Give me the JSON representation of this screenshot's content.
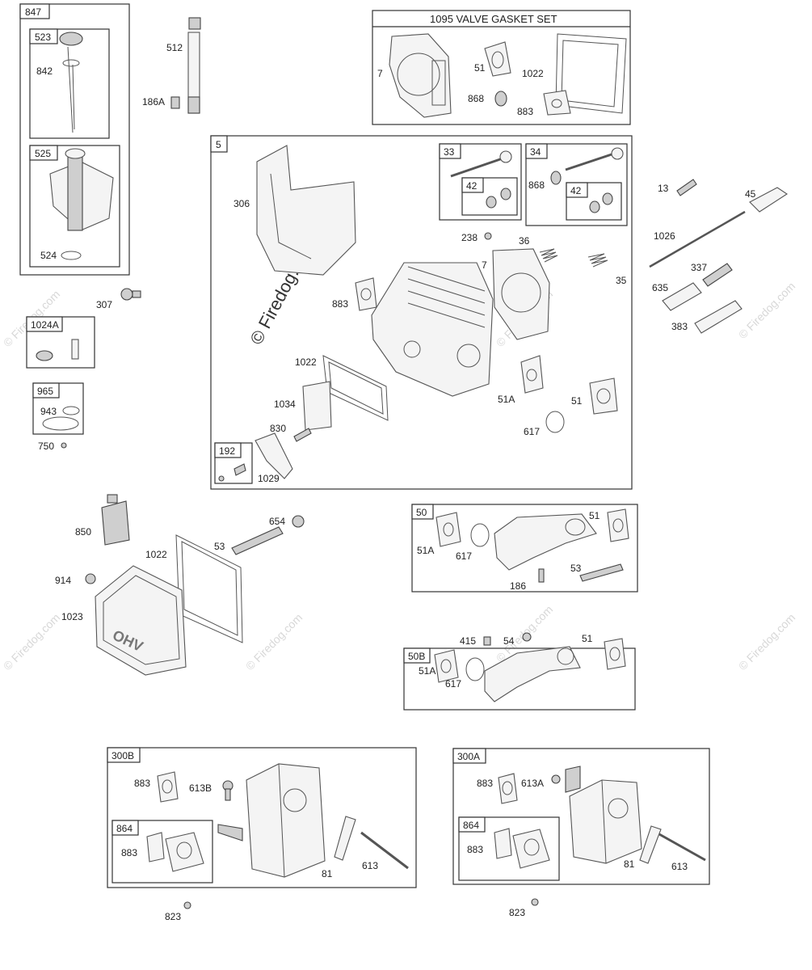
{
  "watermark": "© Firedog.com",
  "callouts": {
    "c847": "847",
    "c523": "523",
    "c842": "842",
    "c525": "525",
    "c524": "524",
    "c512": "512",
    "c186A": "186A",
    "c1095": "1095 VALVE GASKET SET",
    "c7a": "7",
    "c51a": "51",
    "c1022a": "1022",
    "c868a": "868",
    "c883a": "883",
    "c5": "5",
    "c306": "306",
    "c33": "33",
    "c42a": "42",
    "c34": "34",
    "c868b": "868",
    "c42b": "42",
    "c238": "238",
    "c36": "36",
    "c7b": "7",
    "c35": "35",
    "c883b": "883",
    "c1022b": "1022",
    "c1034": "1034",
    "c830": "830",
    "c192": "192",
    "c1029": "1029",
    "c51A": "51A",
    "c51b": "51",
    "c617a": "617",
    "c13": "13",
    "c45": "45",
    "c1026": "1026",
    "c337": "337",
    "c635": "635",
    "c383": "383",
    "c307": "307",
    "c1024A": "1024A",
    "c965": "965",
    "c943": "943",
    "c750": "750",
    "c850": "850",
    "c654": "654",
    "c53a": "53",
    "c1022c": "1022",
    "c914": "914",
    "c1023": "1023",
    "c50": "50",
    "c51c": "51",
    "c51Ab": "51A",
    "c617b": "617",
    "c186": "186",
    "c53b": "53",
    "c415": "415",
    "c54": "54",
    "c50B": "50B",
    "c51d": "51",
    "c51Ac": "51A",
    "c617c": "617",
    "c300B": "300B",
    "c883c": "883",
    "c613B": "613B",
    "c864a": "864",
    "c883d": "883",
    "c81a": "81",
    "c613a": "613",
    "c823a": "823",
    "c300A": "300A",
    "c883e": "883",
    "c613A": "613A",
    "c864b": "864",
    "c883f": "883",
    "c81b": "81",
    "c613b": "613",
    "c823b": "823"
  },
  "emboss": {
    "ohv": "OHV"
  },
  "icons": [
    "dipstick",
    "tube",
    "gasket",
    "valve",
    "keeper",
    "cylinder-head",
    "spring",
    "bolt",
    "cover",
    "manifold",
    "muffler",
    "tube-sealant"
  ]
}
